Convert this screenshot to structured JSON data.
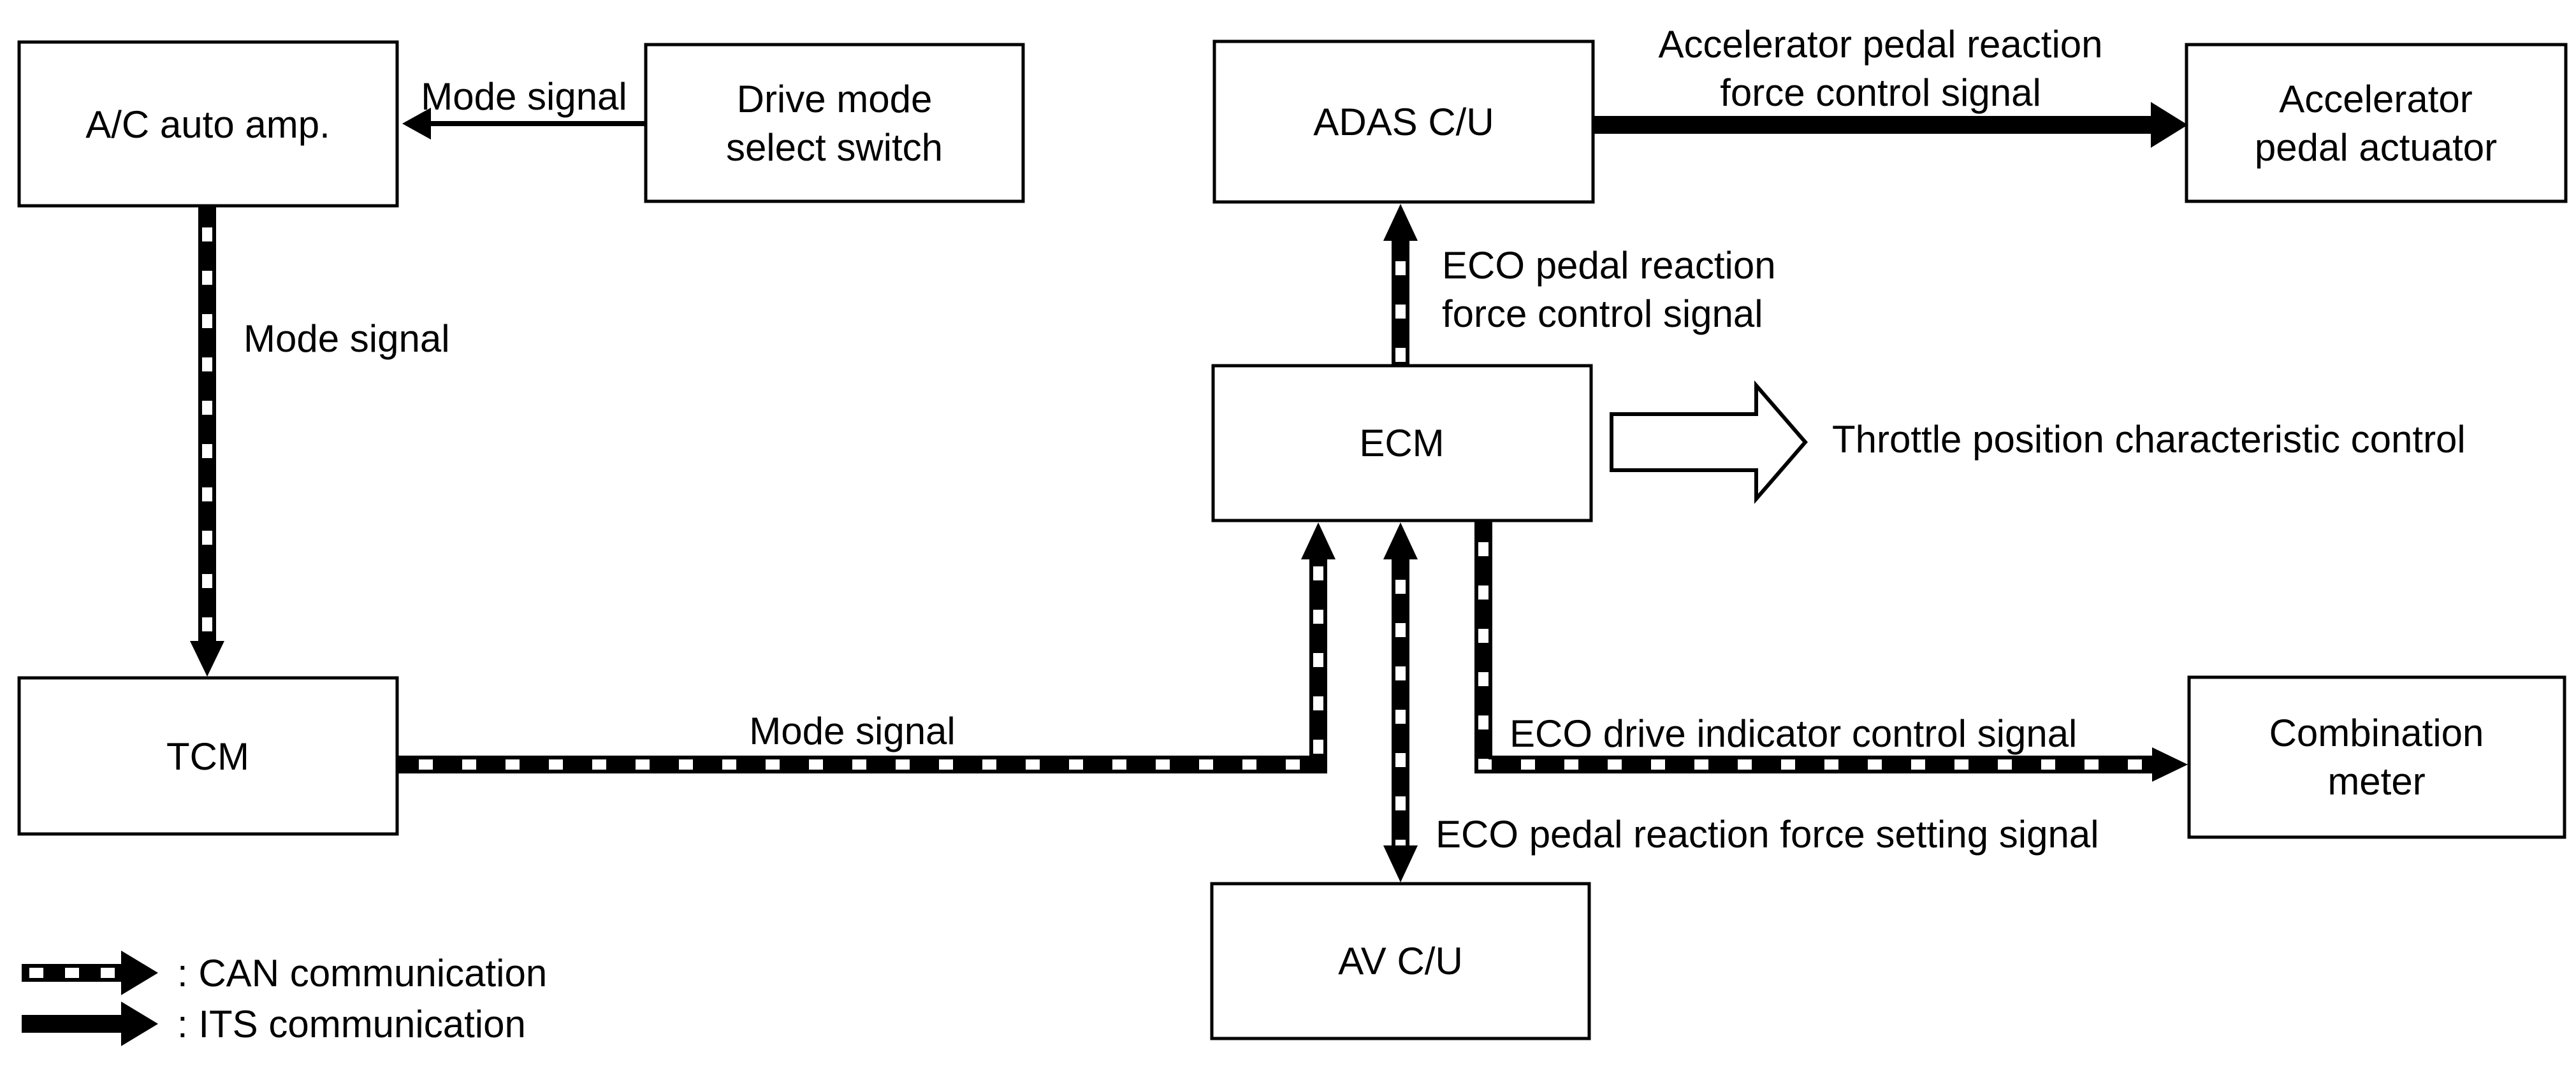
{
  "diagram": {
    "nodes": {
      "ac_auto_amp": {
        "label": "A/C auto amp."
      },
      "drive_mode_select_switch": {
        "line1": "Drive mode",
        "line2": "select switch"
      },
      "adas_cu": {
        "label": "ADAS C/U"
      },
      "accelerator_pedal_actuator": {
        "line1": "Accelerator",
        "line2": "pedal actuator"
      },
      "ecm": {
        "label": "ECM"
      },
      "tcm": {
        "label": "TCM"
      },
      "combination_meter": {
        "line1": "Combination",
        "line2": "meter"
      },
      "av_cu": {
        "label": "AV C/U"
      }
    },
    "signals": {
      "mode_signal_switch_to_ac": "Mode signal",
      "mode_signal_ac_to_tcm": "Mode signal",
      "mode_signal_tcm_to_ecm": "Mode signal",
      "accel_pedal_reaction_line1": "Accelerator pedal reaction",
      "accel_pedal_reaction_line2": "force control signal",
      "eco_pedal_reaction_line1": "ECO pedal reaction",
      "eco_pedal_reaction_line2": "force control signal",
      "throttle_position": "Throttle position characteristic control",
      "eco_drive_indicator": "ECO drive indicator control signal",
      "eco_pedal_setting": "ECO pedal reaction force setting signal"
    },
    "legend": {
      "can": ": CAN communication",
      "its": ": ITS communication"
    },
    "colors": {
      "line": "#000000",
      "background": "#ffffff"
    }
  }
}
